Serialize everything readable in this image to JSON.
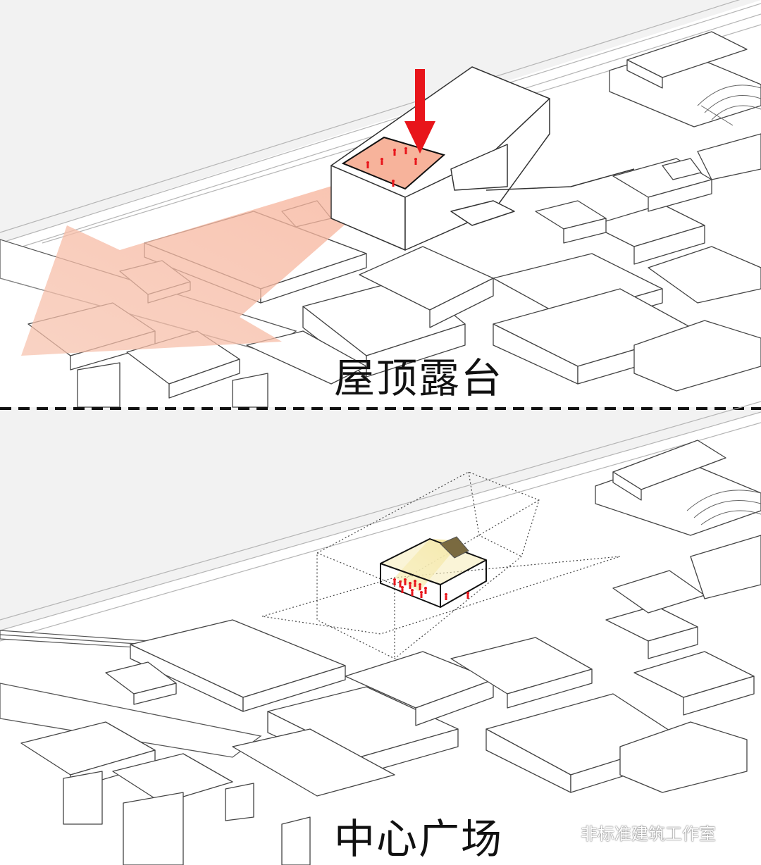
{
  "panels": [
    {
      "caption": "屋顶露台"
    },
    {
      "caption": "中心广场"
    }
  ],
  "watermark": {
    "text": "非标准建筑工作室",
    "icon": "wechat-icon"
  },
  "colors": {
    "background": "#f2f2f2",
    "building_fill": "#ffffff",
    "line": "#333333",
    "accent_red": "#e8151b",
    "view_cone": "#f5b19a",
    "light_yellow": "#f4e6a0",
    "divider": "#111111"
  }
}
